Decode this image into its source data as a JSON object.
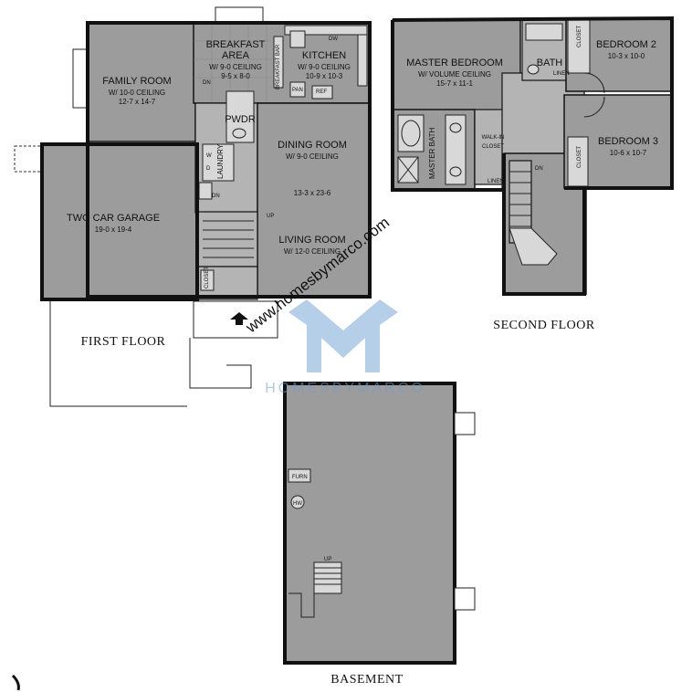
{
  "floors": {
    "first": "FIRST FLOOR",
    "second": "SECOND FLOOR",
    "basement": "BASEMENT"
  },
  "rooms": {
    "family": {
      "name": "FAMILY ROOM",
      "ceiling": "W/ 10-0 CEILING",
      "size": "12-7 x 14-7"
    },
    "breakfast": {
      "name1": "BREAKFAST",
      "name2": "AREA",
      "ceiling": "W/ 9-0 CEILING",
      "size": "9-5 x 8-0"
    },
    "kitchen": {
      "name": "KITCHEN",
      "ceiling": "W/ 9-0 CEILING",
      "size": "10-9 x 10-3"
    },
    "garage": {
      "name": "TWO CAR GARAGE",
      "size": "19-0 x 19-4"
    },
    "dining": {
      "name": "DINING ROOM",
      "ceiling": "W/ 9-0 CEILING"
    },
    "living": {
      "name": "LIVING ROOM",
      "ceiling": "W/ 12-0 CEILING"
    },
    "dining_living_size": "13-3 x 23-6",
    "master": {
      "name": "MASTER BEDROOM",
      "ceiling": "W/ VOLUME CEILING",
      "size": "15-7 x 11-1"
    },
    "bed2": {
      "name": "BEDROOM 2",
      "size": "10-3 x 10-0"
    },
    "bed3": {
      "name": "BEDROOM 3",
      "size": "10-6 x 10-7"
    }
  },
  "labels": {
    "pwdr": "PWDR",
    "laundry": "LAUNDRY",
    "bath": "BATH",
    "master_bath": "MASTER BATH",
    "walkin": "WALK-IN",
    "closet_word": "CLOSET",
    "closet": "CLOSET",
    "closet_short": "CLOSET",
    "linen": "LINEN",
    "dn": "DN",
    "up": "UP",
    "pan": "PAN",
    "ref": "REF",
    "dw": "DW",
    "breakfast_bar": "BREAKFAST BAR",
    "furn": "FURN",
    "hw": "HW",
    "w": "W",
    "d": "D"
  },
  "watermark": {
    "url": "www.homesbymarco.com",
    "brand": "HOMESBYMARCO",
    "color": "#6b9fd1"
  }
}
